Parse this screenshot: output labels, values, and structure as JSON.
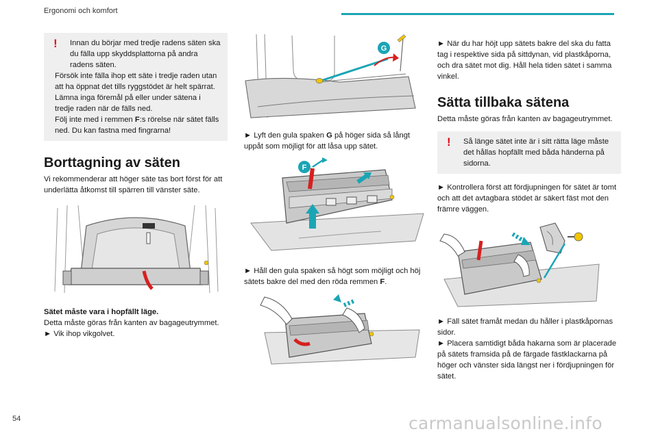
{
  "header": {
    "title": "Ergonomi och komfort"
  },
  "page_number": "54",
  "watermark": "carmanualsonline.info",
  "col1": {
    "warning_mark": "!",
    "warning_lines": [
      "Innan du börjar med tredje radens säten ska du fälla upp skyddsplattorna på andra radens säten.",
      "Försök inte fälla ihop ett säte i tredje raden utan att ha öppnat det tills ryggstödet är helt spärrat.",
      "Lämna inga föremål på eller under sätena i tredje raden när de fälls ned.",
      "Följ inte med i remmen ",
      "F",
      ":s rörelse när sätet fälls ned. Du kan fastna med fingrarna!"
    ],
    "heading": "Borttagning av säten",
    "intro": "Vi rekommenderar att höger säte tas bort först för att underlätta åtkomst till spärren till vänster säte.",
    "note_bold": "Sätet måste vara i hopfällt läge.",
    "note_line1": "Detta måste göras från kanten av bagageutrymmet.",
    "step_arrow": "►",
    "step_text": "Vik ihop vikgolvet."
  },
  "col2": {
    "label_g": "G",
    "label_f": "F",
    "step1_pre": "Lyft den gula spaken ",
    "step1_bold": "G",
    "step1_post": " på höger sida så långt uppåt som möjligt för att låsa upp sätet.",
    "step2_pre": "Håll den gula spaken så högt som möjligt och höj sätets bakre del med den röda remmen ",
    "step2_bold": "F",
    "step2_post": ".",
    "arrow": "►"
  },
  "col3": {
    "arrow": "►",
    "step1": "När du har höjt upp sätets bakre del ska du fatta tag i respektive sida på sittdynan, vid plastkåporna, och dra sätet mot dig. Håll hela tiden sätet i samma vinkel.",
    "heading": "Sätta tillbaka sätena",
    "intro": "Detta måste göras från kanten av bagageutrymmet.",
    "warning_mark": "!",
    "warning": "Så länge sätet inte är i sitt rätta läge måste det hållas hopfällt med båda händerna på sidorna.",
    "step2": "Kontrollera först att fördjupningen för sätet är tomt och att det avtagbara stödet är säkert fäst mot den främre väggen.",
    "step3": "Fäll sätet framåt medan du håller i plastkåpornas sidor.",
    "step4": "Placera samtidigt båda hakarna som är placerade på sätets framsida på de färgade fästklackarna på höger och vänster sida längst ner i fördjupningen för sätet."
  },
  "colors": {
    "accent": "#1aa5b5",
    "warning": "#e30613",
    "lever": "#f2c500",
    "strap": "#d6201f"
  }
}
